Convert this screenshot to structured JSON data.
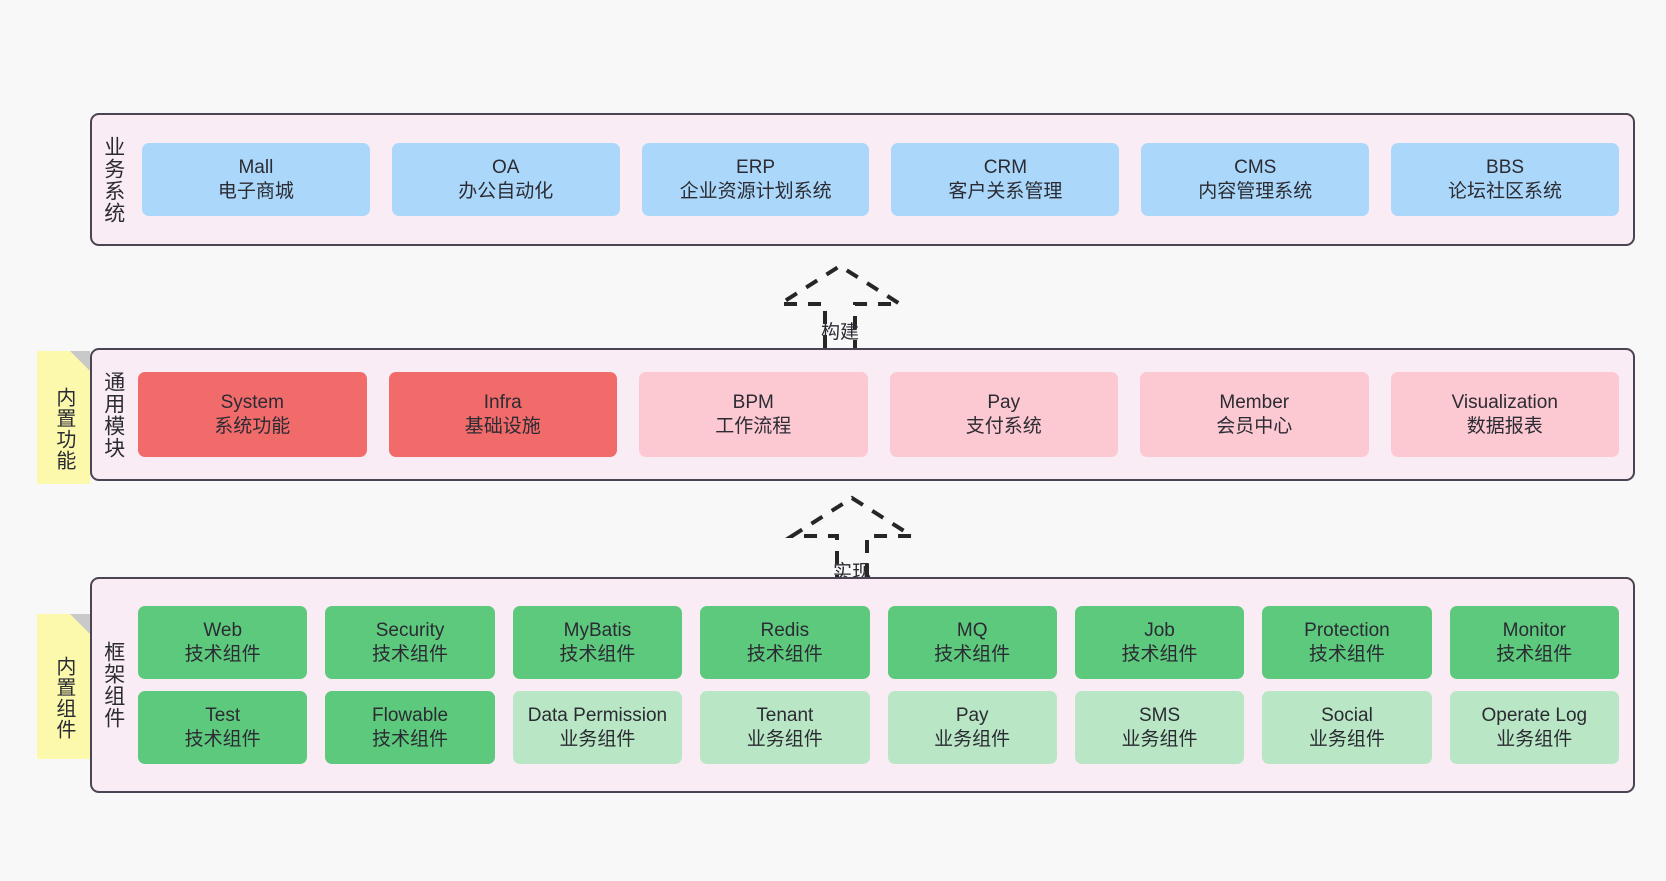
{
  "diagram": {
    "background_color": "#f8f8f8",
    "panel_color": "#faecf4",
    "panel_border_color": "#4b4453",
    "note_color": "#fcf9ad"
  },
  "layers": [
    {
      "id": "business",
      "title": "业务系统",
      "card_color": "#abd8fa",
      "rows": [
        [
          {
            "name": "Mall",
            "desc": "电子商城",
            "style": "c-blue"
          },
          {
            "name": "OA",
            "desc": "办公自动化",
            "style": "c-blue"
          },
          {
            "name": "ERP",
            "desc": "企业资源计划系统",
            "style": "c-blue"
          },
          {
            "name": "CRM",
            "desc": "客户关系管理",
            "style": "c-blue"
          },
          {
            "name": "CMS",
            "desc": "内容管理系统",
            "style": "c-blue"
          },
          {
            "name": "BBS",
            "desc": "论坛社区系统",
            "style": "c-blue"
          }
        ]
      ]
    },
    {
      "id": "common",
      "title": "通用模块",
      "note": "内置功能",
      "rows": [
        [
          {
            "name": "System",
            "desc": "系统功能",
            "style": "c-red"
          },
          {
            "name": "Infra",
            "desc": "基础设施",
            "style": "c-red"
          },
          {
            "name": "BPM",
            "desc": "工作流程",
            "style": "c-pink"
          },
          {
            "name": "Pay",
            "desc": "支付系统",
            "style": "c-pink"
          },
          {
            "name": "Member",
            "desc": "会员中心",
            "style": "c-pink"
          },
          {
            "name": "Visualization",
            "desc": "数据报表",
            "style": "c-pink"
          }
        ]
      ]
    },
    {
      "id": "frame",
      "title": "框架组件",
      "note": "内置组件",
      "rows": [
        [
          {
            "name": "Web",
            "desc": "技术组件",
            "style": "c-green"
          },
          {
            "name": "Security",
            "desc": "技术组件",
            "style": "c-green"
          },
          {
            "name": "MyBatis",
            "desc": "技术组件",
            "style": "c-green"
          },
          {
            "name": "Redis",
            "desc": "技术组件",
            "style": "c-green"
          },
          {
            "name": "MQ",
            "desc": "技术组件",
            "style": "c-green"
          },
          {
            "name": "Job",
            "desc": "技术组件",
            "style": "c-green"
          },
          {
            "name": "Protection",
            "desc": "技术组件",
            "style": "c-green"
          },
          {
            "name": "Monitor",
            "desc": "技术组件",
            "style": "c-green"
          }
        ],
        [
          {
            "name": "Test",
            "desc": "技术组件",
            "style": "c-green"
          },
          {
            "name": "Flowable",
            "desc": "技术组件",
            "style": "c-green"
          },
          {
            "name": "Data Permission",
            "desc": "业务组件",
            "style": "c-green-light"
          },
          {
            "name": "Tenant",
            "desc": "业务组件",
            "style": "c-green-light"
          },
          {
            "name": "Pay",
            "desc": "业务组件",
            "style": "c-green-light"
          },
          {
            "name": "SMS",
            "desc": "业务组件",
            "style": "c-green-light"
          },
          {
            "name": "Social",
            "desc": "业务组件",
            "style": "c-green-light"
          },
          {
            "name": "Operate Log",
            "desc": "业务组件",
            "style": "c-green-light"
          }
        ]
      ]
    }
  ],
  "arrows": [
    {
      "id": "build",
      "label": "构建",
      "from": "common",
      "to": "business",
      "style": "dashed-block-arrow-up"
    },
    {
      "id": "impl",
      "label": "实现",
      "from": "frame",
      "to": "common",
      "style": "dashed-block-arrow-up"
    }
  ]
}
